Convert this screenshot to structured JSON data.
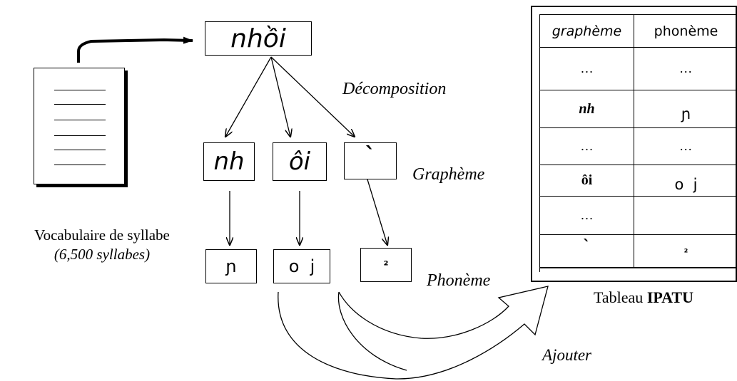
{
  "syllable": "nhồi",
  "labels": {
    "decomposition": "Décomposition",
    "grapheme": "Graphème",
    "phoneme": "Phonème",
    "vocab_line1": "Vocabulaire de syllabe",
    "vocab_line2": "(6,500 syllabes)",
    "table_caption_prefix": "Tableau ",
    "table_caption_bold": "IPATU",
    "ajouter": "Ajouter"
  },
  "graphemes": [
    "nh",
    "ôi",
    "`"
  ],
  "phonemes": [
    "ɲ",
    "o  j",
    "²"
  ],
  "table": {
    "headers": [
      "graphème",
      "phonème"
    ],
    "rows": [
      {
        "g": "…",
        "p": "…"
      },
      {
        "g": "nh",
        "p": "ɲ"
      },
      {
        "g": "…",
        "p": "…"
      },
      {
        "g": "ôi",
        "p": "o  j"
      },
      {
        "g": "…",
        "p": ""
      },
      {
        "g": "`",
        "p": "²"
      }
    ]
  }
}
